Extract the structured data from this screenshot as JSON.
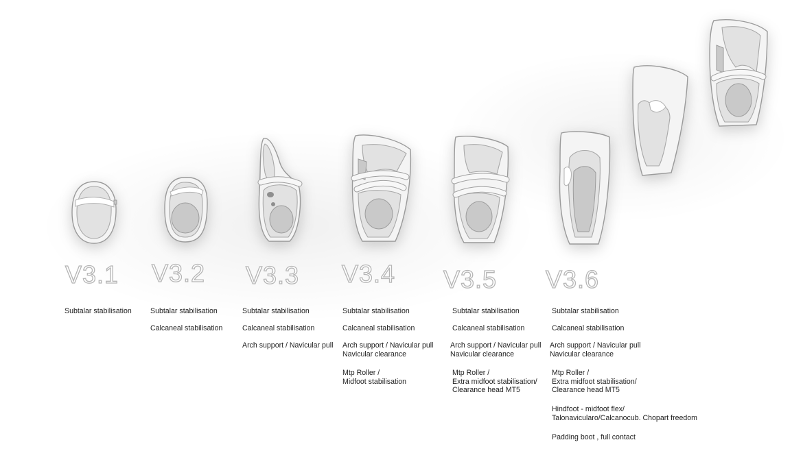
{
  "versions": [
    {
      "label": "V3.1",
      "features": [
        "Subtalar stabilisation"
      ]
    },
    {
      "label": "V3.2",
      "features": [
        "Subtalar stabilisation",
        "Calcaneal stabilisation"
      ]
    },
    {
      "label": "V3.3",
      "features": [
        "Subtalar stabilisation",
        "Calcaneal stabilisation",
        "Arch support / Navicular pull"
      ]
    },
    {
      "label": "V3.4",
      "features": [
        "Subtalar stabilisation",
        "Calcaneal stabilisation",
        "Arch support / Navicular pull\nNavicular clearance",
        "Mtp Roller /\nMidfoot stabilisation"
      ]
    },
    {
      "label": "V3.5",
      "features": [
        "Subtalar stabilisation",
        "Calcaneal stabilisation",
        "Arch support / Navicular pull\nNavicular clearance",
        "Mtp Roller /\nExtra midfoot stabilisation/\nClearance head MT5"
      ]
    },
    {
      "label": "V3.6",
      "features": [
        "Subtalar stabilisation",
        "Calcaneal stabilisation",
        "Arch support / Navicular pull\nNavicular clearance",
        "Mtp Roller /\nExtra midfoot stabilisation/\nClearance head MT5",
        "Hindfoot - midfoot flex/\nTalonavicularo/Calcanocub. Chopart freedom",
        "Padding boot , full contact"
      ]
    }
  ]
}
